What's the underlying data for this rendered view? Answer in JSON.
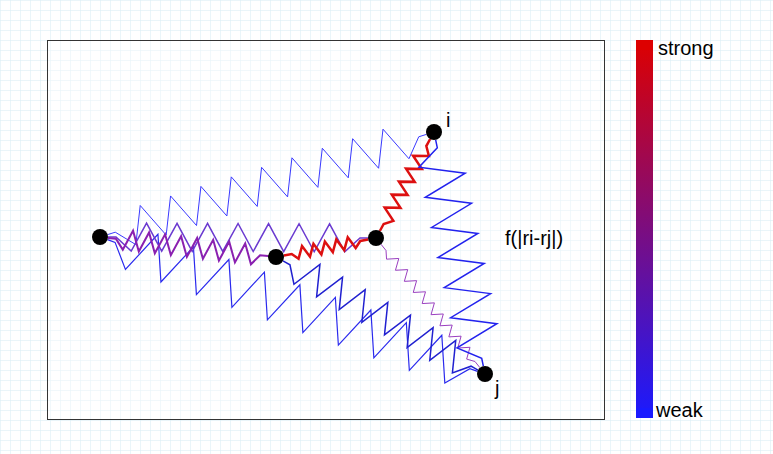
{
  "diagram": {
    "nodes": [
      {
        "text": [
          "i"
        ]
      },
      {
        "text": [
          "j"
        ]
      }
    ],
    "edges": [
      {
        "from": 0,
        "to": 1,
        "arrow": "none"
      }
    ],
    "labels": [
      "f(|ri-rj|)"
    ],
    "legend": [
      {
        "text": "strong",
        "color": "#dd0000"
      },
      {
        "text": "weak",
        "color": "#1a1aff"
      }
    ]
  }
}
